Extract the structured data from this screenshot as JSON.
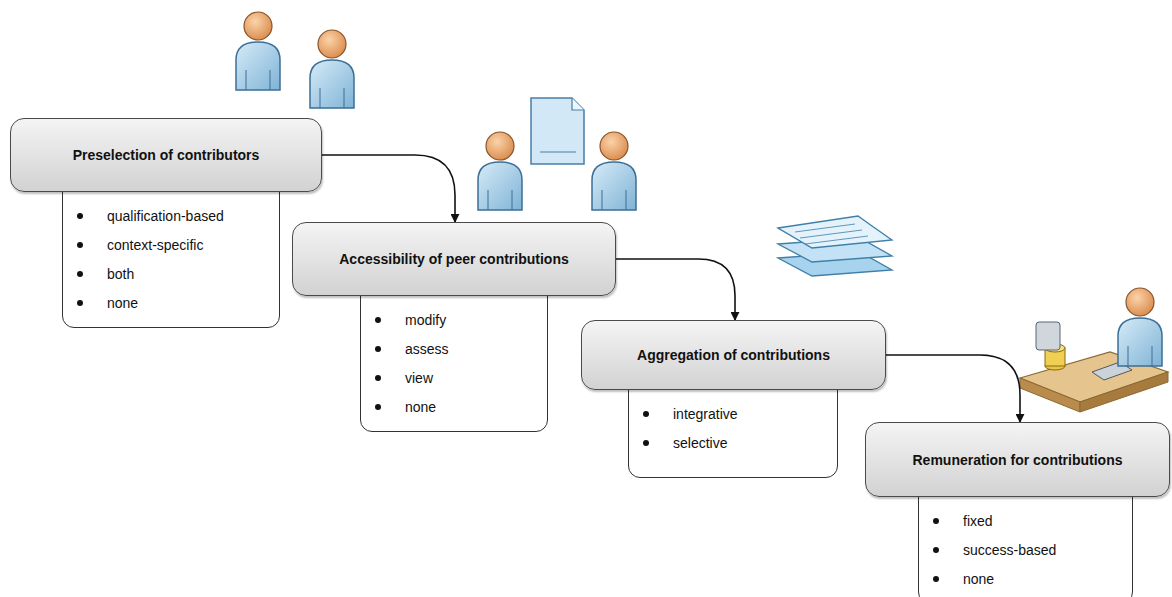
{
  "diagram": {
    "nodes": [
      {
        "text": [
          "Preselection of contributors"
        ]
      },
      {
        "text": [
          "qualification-based",
          "context-specific",
          "both",
          "none"
        ]
      },
      {
        "text": [
          "Accessibility of peer contributions"
        ]
      },
      {
        "text": [
          "modify",
          "assess",
          "view",
          "none"
        ]
      },
      {
        "text": [
          "Aggregation of contributions"
        ]
      },
      {
        "text": [
          "integrative",
          "selective"
        ]
      },
      {
        "text": [
          "Remuneration for contributions"
        ]
      },
      {
        "text": [
          "fixed",
          "success-based",
          "none"
        ]
      }
    ],
    "edges": [
      {
        "from": 0,
        "to": 2,
        "arrow": "to"
      },
      {
        "from": 2,
        "to": 4,
        "arrow": "to"
      },
      {
        "from": 4,
        "to": 6,
        "arrow": "to"
      }
    ]
  }
}
